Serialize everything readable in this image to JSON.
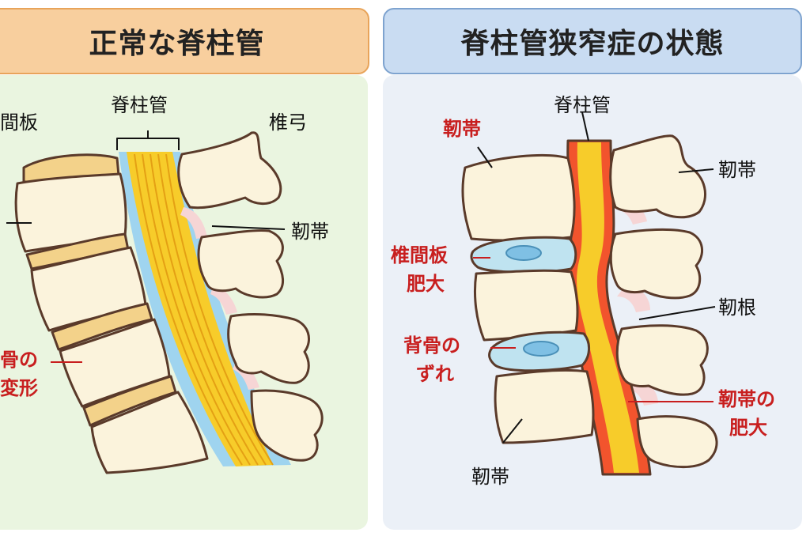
{
  "left_panel": {
    "title": "正常な脊柱管",
    "labels": {
      "canal": "脊柱管",
      "disc": "間板",
      "arch": "椎弓",
      "ligament": "靭帯",
      "deformity_line1": "骨の",
      "deformity_line2": "変形"
    }
  },
  "right_panel": {
    "title": "脊柱管狭窄症の状態",
    "labels": {
      "canal": "脊柱管",
      "ligament_top_left": "靭帯",
      "ligament_top_right": "靭帯",
      "disc_line1": "椎間板",
      "disc_line2": "肥大",
      "root": "靭根",
      "slip_line1": "背骨の",
      "slip_line2": "ずれ",
      "lig_hyp_line1": "靭帯の",
      "lig_hyp_line2": "肥大",
      "ligament_bottom": "靭帯"
    }
  },
  "colors": {
    "left_title_bg": "#f8cf9e",
    "right_title_bg": "#c9dcf2",
    "label_red": "#c81e1e",
    "bone_fill": "#fbf3dc",
    "outline": "#5a3a2a",
    "disc_normal": "#f3d28a",
    "disc_bulging": "#bfe3f0",
    "nerve_yellow": "#f7cc2a",
    "nerve_orange": "#f2542d",
    "csf_blue": "#9fd4ef",
    "ligament_pink": "#f6d5d5"
  }
}
